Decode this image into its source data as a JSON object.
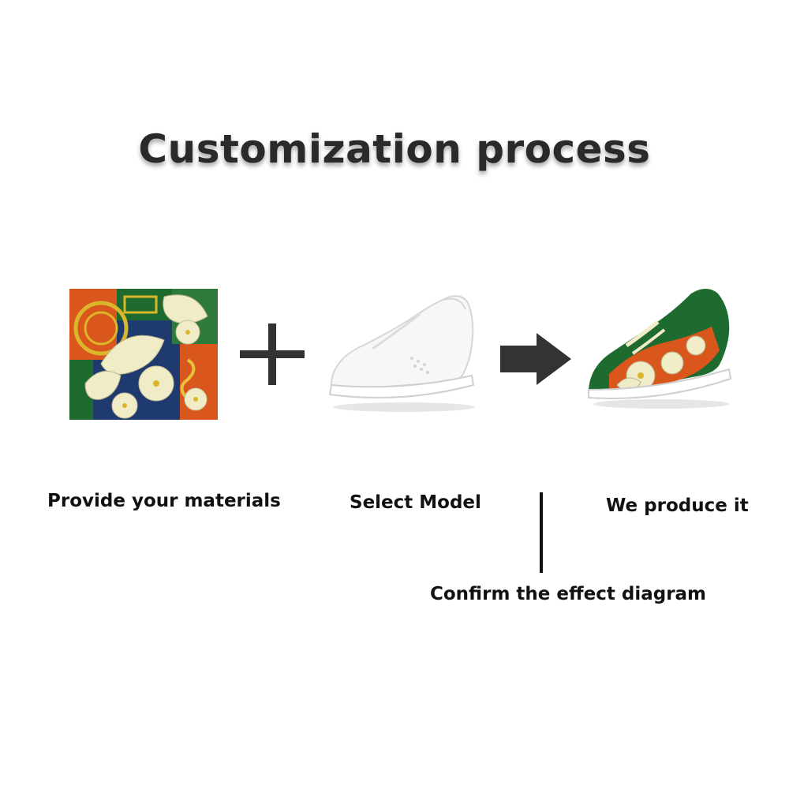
{
  "title": "Customization process",
  "steps": [
    {
      "label": "Provide your materials",
      "icon": "fabric-pattern"
    },
    {
      "label": "Select Model",
      "icon": "white-sneaker"
    },
    {
      "label": "We produce it",
      "icon": "custom-printed-sneaker"
    }
  ],
  "confirm_label": "Confirm the effect diagram",
  "connectors": {
    "plus": "plus-icon",
    "arrow": "arrow-right-icon"
  },
  "colors": {
    "title": "#2a2a2a",
    "text": "#111111",
    "connector": "#333333",
    "green": "#1e6b2f",
    "orange": "#d9561c",
    "cream": "#f0ecc8",
    "navy": "#1f3a6e"
  }
}
